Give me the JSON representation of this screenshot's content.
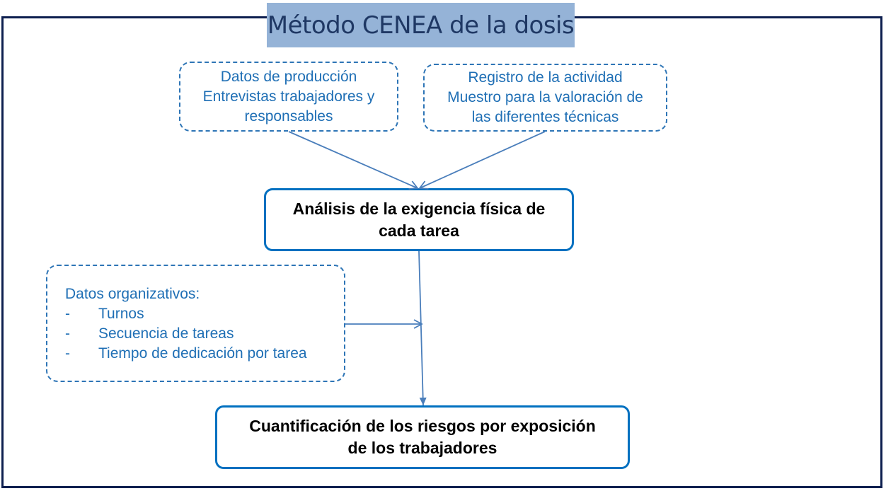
{
  "title": "Método CENEA de la dosis",
  "inputs": {
    "production": {
      "lines": [
        "Datos de producción",
        "Entrevistas trabajadores y",
        "responsables"
      ]
    },
    "activity": {
      "lines": [
        "Registro de la actividad",
        "Muestro para la valoración de",
        "las diferentes técnicas"
      ]
    },
    "organizational": {
      "heading": "Datos organizativos:",
      "items": [
        {
          "bullet": "-",
          "text": "Turnos"
        },
        {
          "bullet": "-",
          "text": "Secuencia de tareas"
        },
        {
          "bullet": "-",
          "text": "Tiempo de dedicación por tarea"
        }
      ]
    }
  },
  "steps": {
    "analysis": {
      "lines": [
        "Análisis de la exigencia física de",
        "cada tarea"
      ]
    },
    "quantification": {
      "lines": [
        "Cuantificación de los riesgos por exposición",
        "de los trabajadores"
      ]
    }
  },
  "colors": {
    "frame": "#0d1f4f",
    "title_fill": "#95b3d7",
    "title_text": "#1f3864",
    "dashed_border": "#2e75b6",
    "input_text": "#1f6fb5",
    "step_border": "#0070c0",
    "connector": "#4a7ebb"
  }
}
